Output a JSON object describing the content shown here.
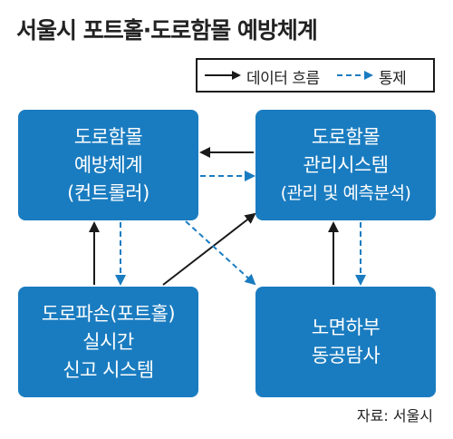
{
  "title": "서울시 포트홀·도로함몰 예방체계",
  "legend": {
    "data_flow_label": "데이터 흐름",
    "control_label": "통제"
  },
  "boxes": {
    "road_collapse_prevention": {
      "lines": [
        "도로함몰",
        "예방체계",
        "(컨트롤러)"
      ]
    },
    "road_collapse_management": {
      "lines": [
        "도로함몰",
        "관리시스템",
        "(관리 및 예측분석)"
      ]
    },
    "realtime_report": {
      "lines": [
        "도로파손(포트홀)",
        "실시간",
        "신고 시스템"
      ]
    },
    "cavity_survey": {
      "lines": [
        "노면하부",
        "동공탐사"
      ]
    }
  },
  "source": "자료: 서울시",
  "colors": {
    "box_fill": "#1a7cc0",
    "data_flow": "#1a1a1a",
    "control": "#1a7cc0"
  }
}
